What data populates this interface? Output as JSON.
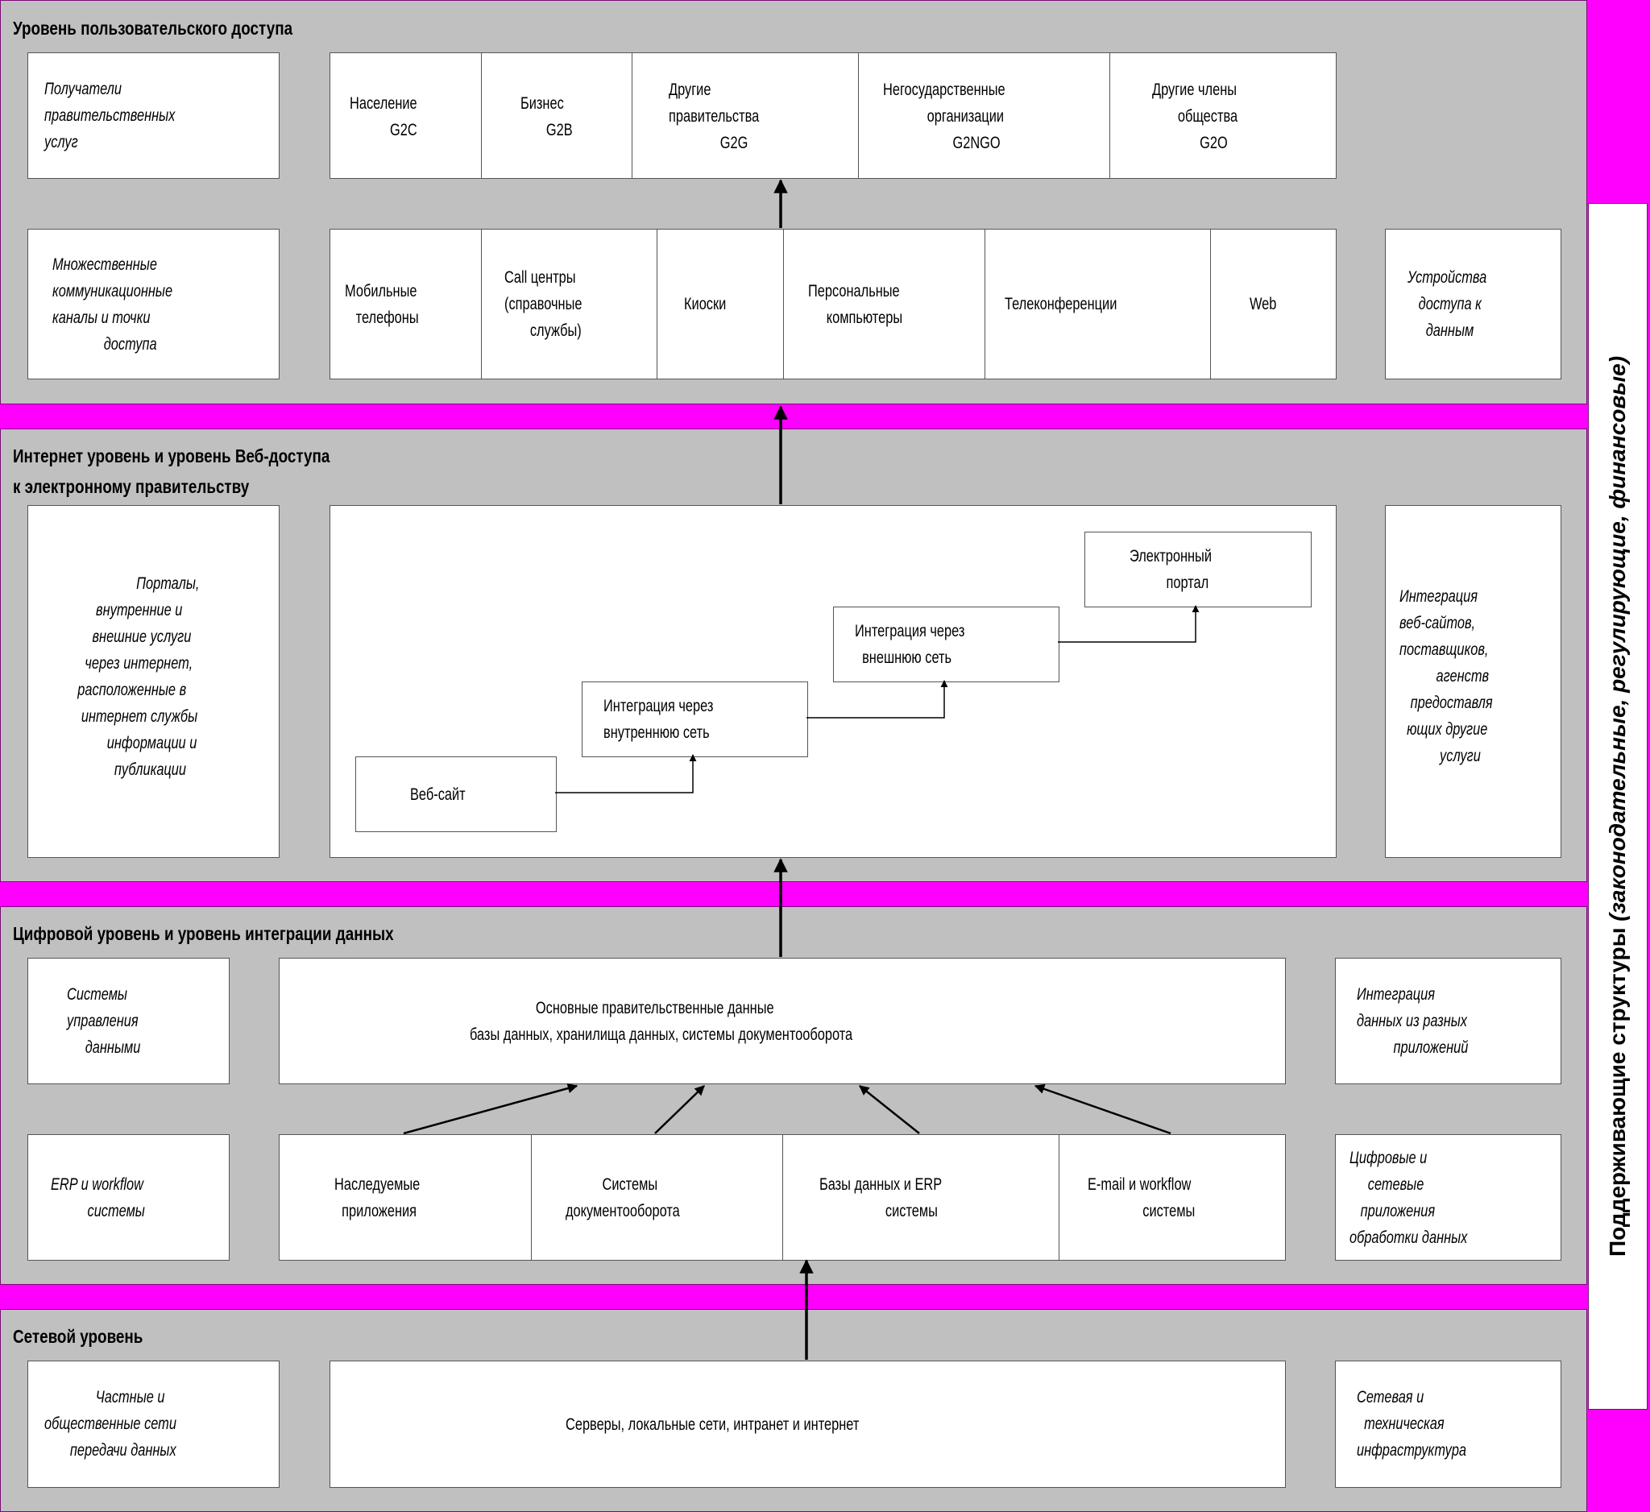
{
  "support_structures": {
    "label": "Поддерживающие структуры",
    "label_italic": "(законодательные, регулирующие, финансовые)"
  },
  "user_access_layer": {
    "title": "Уровень пользовательского доступа",
    "recipients_label": "Получатели\nправительственных\nуслуг",
    "recipients": [
      {
        "text": "Население\n           G2C"
      },
      {
        "text": "Бизнес\n       G2B"
      },
      {
        "text": "Другие\nправительства\n              G2G"
      },
      {
        "text": "Негосударственные\n            организации\n                   G2NGO"
      },
      {
        "text": "Другие члены\n       общества\n             G2O"
      }
    ],
    "channels_label": "Множественные\nкоммуникационные\nканалы и точки\n              доступа",
    "channels": [
      {
        "text": "Мобильные\n   телефоны"
      },
      {
        "text": "Call центры\n(справочные\n       службы)"
      },
      {
        "text": "Киоски"
      },
      {
        "text": "Персональные\n     компьютеры"
      },
      {
        "text": "Телеконференции"
      },
      {
        "text": "Web"
      }
    ],
    "devices_label": "Устройства\n   доступа к\n     данным"
  },
  "web_layer": {
    "title": "Интернет уровень и уровень Веб-доступа\nк электронному правительству",
    "left_label": "                      Порталы,\n           внутренние и\n          внешние услуги\n        через интернет,\n      расположенные в\n       интернет службы\n              информации и\n                публикации",
    "right_label": "Интеграция\nвеб-сайтов,\nпоставщиков,\n          агенств\n   предоставля\n  ющих другие\n           услуги",
    "steps": [
      {
        "text": "Веб-сайт"
      },
      {
        "text": "Интеграция через\nвнутреннюю сеть"
      },
      {
        "text": "Интеграция через\n  внешнюю сеть"
      },
      {
        "text": "Электронный\n          портал"
      }
    ]
  },
  "digital_layer": {
    "title": "Цифровой уровень и уровень интеграции данных",
    "data_mgmt_label": "Системы\nуправления\n     данными",
    "core_text": "                  Основные правительственные данные\nбазы данных, хранилища данных, системы документооборота",
    "integration_label": "Интеграция\nданных из разных\n          приложений",
    "erp_label": "ERP и workflow\n          системы",
    "apps": [
      {
        "text": "Наследуемые\n  приложения"
      },
      {
        "text": "          Системы\nдокументооборота"
      },
      {
        "text": "Базы данных и ERP\n                  системы"
      },
      {
        "text": "E-mail и workflow\n               системы"
      }
    ],
    "digital_apps_label": "Цифровые и\n     сетевые\n   приложения\nобработки данных"
  },
  "network_layer": {
    "title": "Сетевой уровень",
    "left_label": "              Частные и\nобщественные сети\n       передачи данных",
    "main_text": "Серверы, локальные сети, интранет и интернет",
    "right_label": "Сетевая и\n  техническая\nинфраструктура"
  }
}
